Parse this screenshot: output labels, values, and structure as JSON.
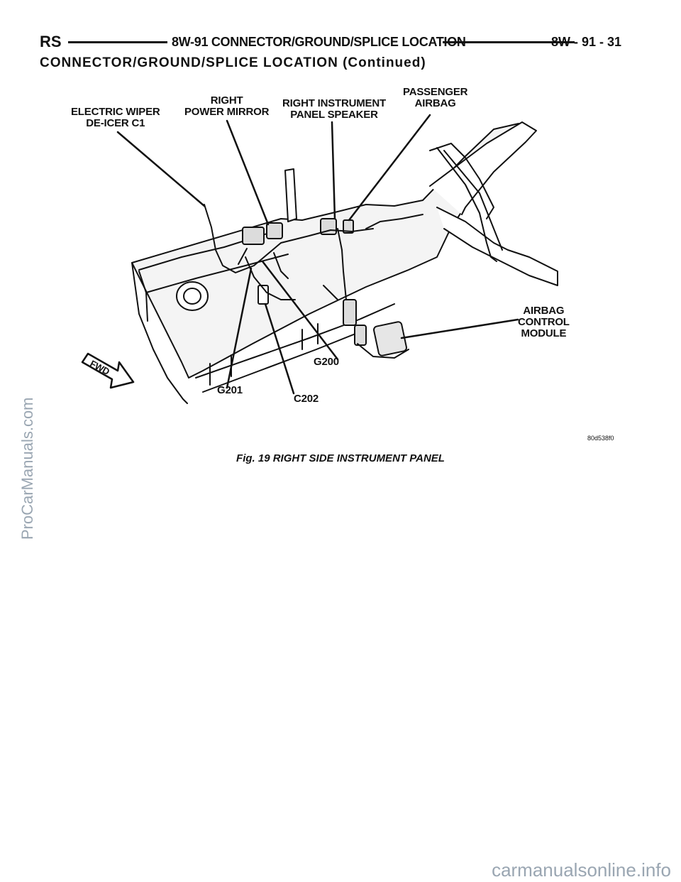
{
  "header": {
    "section": "RS",
    "title": "8W-91 CONNECTOR/GROUND/SPLICE LOCATION",
    "page": "8W - 91 - 31"
  },
  "subheading": "CONNECTOR/GROUND/SPLICE LOCATION (Continued)",
  "figure": {
    "callouts": {
      "wiper_line1": "ELECTRIC WIPER",
      "wiper_line2": "DE-ICER C1",
      "mirror_line1": "RIGHT",
      "mirror_line2": "POWER MIRROR",
      "speaker_line1": "RIGHT INSTRUMENT",
      "speaker_line2": "PANEL SPEAKER",
      "airbag_line1": "PASSENGER",
      "airbag_line2": "AIRBAG",
      "acm_line1": "AIRBAG",
      "acm_line2": "CONTROL",
      "acm_line3": "MODULE",
      "g200": "G200",
      "g201": "G201",
      "c202": "C202",
      "fwd": "FWD"
    },
    "figure_id": "80d538f0",
    "caption": "Fig. 19 RIGHT SIDE INSTRUMENT PANEL"
  },
  "watermarks": {
    "left": "ProCarManuals.com",
    "bottom": "carmanualsonline.info"
  }
}
